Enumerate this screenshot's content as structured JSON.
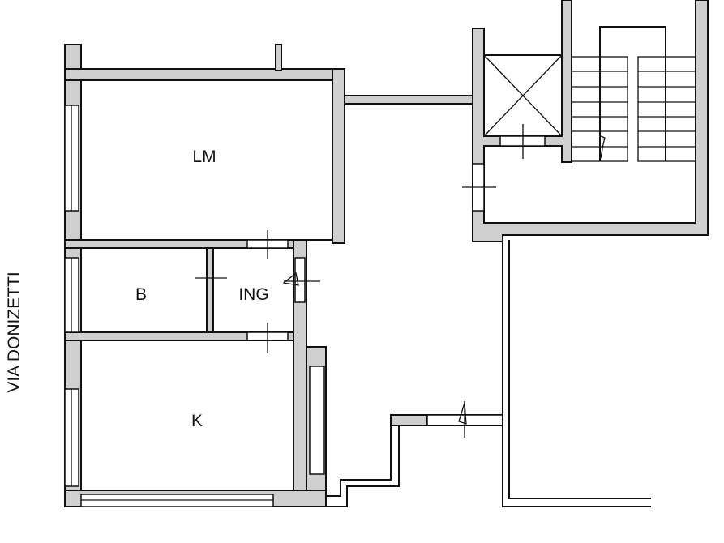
{
  "plan": {
    "street_label": "VIA DONIZETTI",
    "rooms": [
      {
        "id": "living",
        "label": "LM"
      },
      {
        "id": "bath",
        "label": "B"
      },
      {
        "id": "entrance",
        "label": "ING"
      },
      {
        "id": "kitchen",
        "label": "K"
      }
    ],
    "wall_color": "#cfcfcf",
    "line_color": "#111111"
  }
}
